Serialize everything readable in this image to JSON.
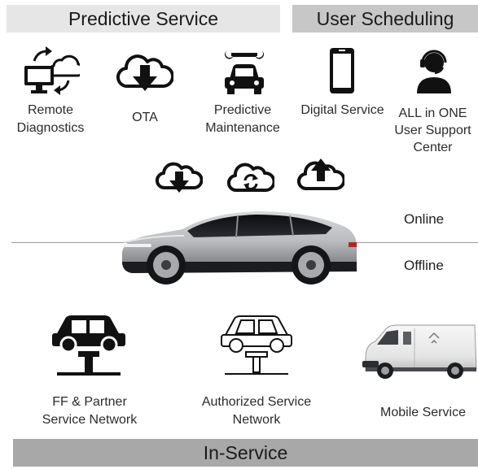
{
  "bands": {
    "predictive_service": "Predictive Service",
    "user_scheduling": "User Scheduling",
    "in_service": "In-Service"
  },
  "features": [
    {
      "icon": "remote-diagnostics-icon",
      "lines": [
        "Remote",
        "Diagnostics"
      ]
    },
    {
      "icon": "ota-cloud-download-icon",
      "lines": [
        "OTA"
      ]
    },
    {
      "icon": "predictive-maintenance-icon",
      "lines": [
        "Predictive",
        "Maintenance"
      ]
    },
    {
      "icon": "digital-service-phone-icon",
      "lines": [
        "Digital Service"
      ]
    },
    {
      "icon": "support-agent-headset-icon",
      "lines": [
        "ALL in ONE",
        "User Support",
        "Center"
      ]
    }
  ],
  "connectivity_icons": [
    "cloud-download-icon",
    "cloud-sync-icon",
    "cloud-upload-icon"
  ],
  "zones": {
    "online": "Online",
    "offline": "Offline"
  },
  "service_channels": [
    {
      "icon": "car-lift-filled-icon",
      "lines": [
        "FF & Partner",
        "Service Network"
      ]
    },
    {
      "icon": "car-lift-outline-icon",
      "lines": [
        "Authorized Service",
        "Network"
      ]
    },
    {
      "icon": "service-van-icon",
      "lines": [
        "Mobile Service"
      ]
    }
  ],
  "colors": {
    "predictive_band": "#e6e6e6",
    "user_scheduling_band": "#c7c7c7",
    "in_service_band": "#a8a8a8",
    "icon": "#111111"
  }
}
